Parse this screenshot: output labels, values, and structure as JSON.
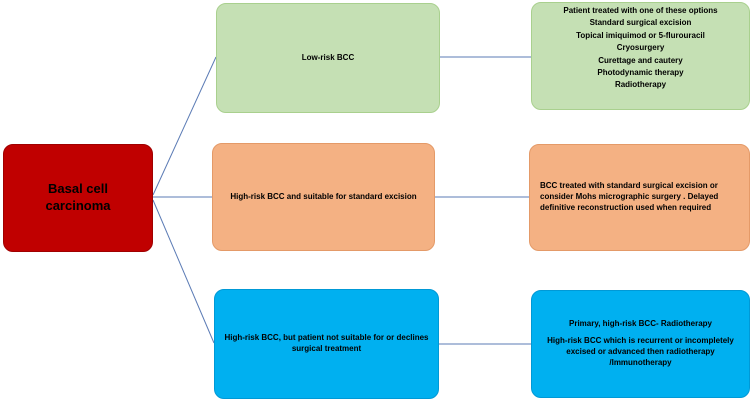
{
  "root": {
    "label": "Basal cell carcinoma"
  },
  "branches": [
    {
      "label": "Low-risk BCC",
      "treatment_lines": [
        "Patient treated with one of these options",
        "Standard surgical excision",
        "Topical imiquimod or 5-flurouracil",
        "Cryosurgery",
        "Curettage and cautery",
        "Photodynamic therapy",
        "Radiotherapy"
      ]
    },
    {
      "label": "High-risk BCC and suitable for standard excision",
      "treatment": "BCC treated with standard surgical excision or consider Mohs micrographic surgery . Delayed definitive reconstruction used when required"
    },
    {
      "label": "High-risk BCC, but patient not suitable for or declines surgical treatment",
      "treatment_lines": [
        "Primary, high-risk BCC- Radiotherapy",
        "High-risk BCC which is recurrent or incompletely excised or advanced then radiotherapy /Immunotherapy"
      ]
    }
  ],
  "colors": {
    "root": "#c00000",
    "low_risk": "#c5e0b4",
    "high_risk_surgical": "#f4b183",
    "high_risk_nonsurgical": "#00b0f0",
    "connector": "#5b7bb5"
  }
}
